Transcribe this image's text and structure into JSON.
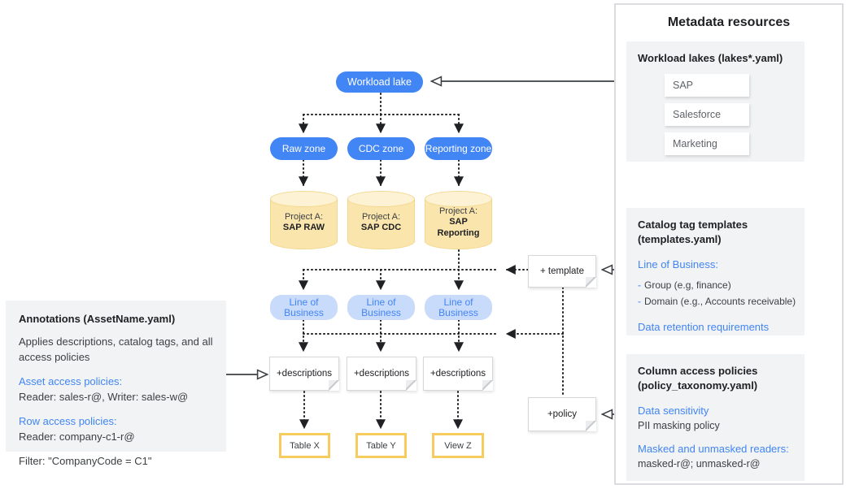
{
  "colors": {
    "accent_blue": "#4285f4",
    "light_blue_pill": "#c9dbfa",
    "cylinder_fill": "#fae5ad",
    "cylinder_top": "#fdf2d4",
    "cylinder_stroke": "#f2d88f",
    "table_border": "#f7cc5f",
    "section_gray": "#f1f3f4",
    "line_dark": "#202124"
  },
  "diagram": {
    "workload_lake_label": "Workload lake",
    "zones": [
      "Raw zone",
      "CDC zone",
      "Reporting zone"
    ],
    "cylinders": [
      {
        "prefix": "Project A:",
        "name": "SAP RAW"
      },
      {
        "prefix": "Project A:",
        "name": "SAP CDC"
      },
      {
        "prefix": "Project A:",
        "name": "SAP Reporting"
      }
    ],
    "lob_pills": [
      "Line of Business",
      "Line of Business",
      "Line of Business"
    ],
    "description_notes": [
      "+descriptions",
      "+descriptions",
      "+descriptions"
    ],
    "outputs": [
      "Table X",
      "Table Y",
      "View Z"
    ],
    "template_note_label": "+ template",
    "policy_note_label": "+policy"
  },
  "annotations": {
    "title": "Annotations (AssetName.yaml)",
    "description": "Applies descriptions, catalog tags, and all access policies",
    "asset_heading": "Asset access policies:",
    "asset_value": "Reader: sales-r@, Writer: sales-w@",
    "row_heading": "Row access policies:",
    "row_value": "Reader: company-c1-r@",
    "filter_value": "Filter: \"CompanyCode = C1\""
  },
  "metadata": {
    "title": "Metadata resources",
    "workload_lakes": {
      "heading": "Workload lakes (lakes*.yaml)",
      "items": [
        "SAP",
        "Salesforce",
        "Marketing"
      ]
    },
    "catalog": {
      "heading": "Catalog tag templates (templates.yaml)",
      "lob_heading": "Line of Business:",
      "bullet_dash": "-",
      "bullets": [
        "Group (e.g, finance)",
        "Domain (e.g., Accounts receivable)"
      ],
      "retention": "Data retention requirements"
    },
    "column": {
      "heading": "Column access policies (policy_taxonomy.yaml)",
      "sensitivity_heading": "Data sensitivity",
      "sensitivity_value": "PII masking policy",
      "readers_heading": "Masked and unmasked readers:",
      "readers_value": "masked-r@; unmasked-r@"
    }
  }
}
